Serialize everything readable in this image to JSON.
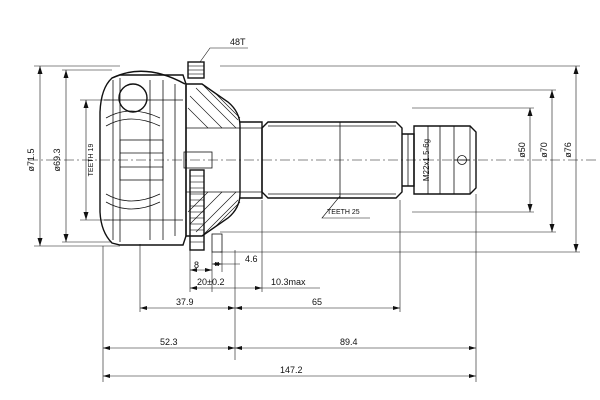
{
  "diagram": {
    "labels": {
      "abs_teeth": "48T",
      "inner_teeth": "TEETH 19",
      "outer_teeth": "TEETH 25",
      "thread": "M22x1.5-6g"
    },
    "diameters": {
      "d_outer_body": "ø71.5",
      "d_bell": "ø69.3",
      "d_shaft_50": "ø50",
      "d_shaft_70": "ø70",
      "d_shaft_76": "ø76"
    },
    "dimensions": {
      "d_8": "8",
      "d_4_6": "4.6",
      "d_20": "20±0.2",
      "d_10_3": "10.3max",
      "d_37_9": "37.9",
      "d_65": "65",
      "d_52_3": "52.3",
      "d_89_4": "89.4",
      "d_147_2": "147.2"
    }
  }
}
